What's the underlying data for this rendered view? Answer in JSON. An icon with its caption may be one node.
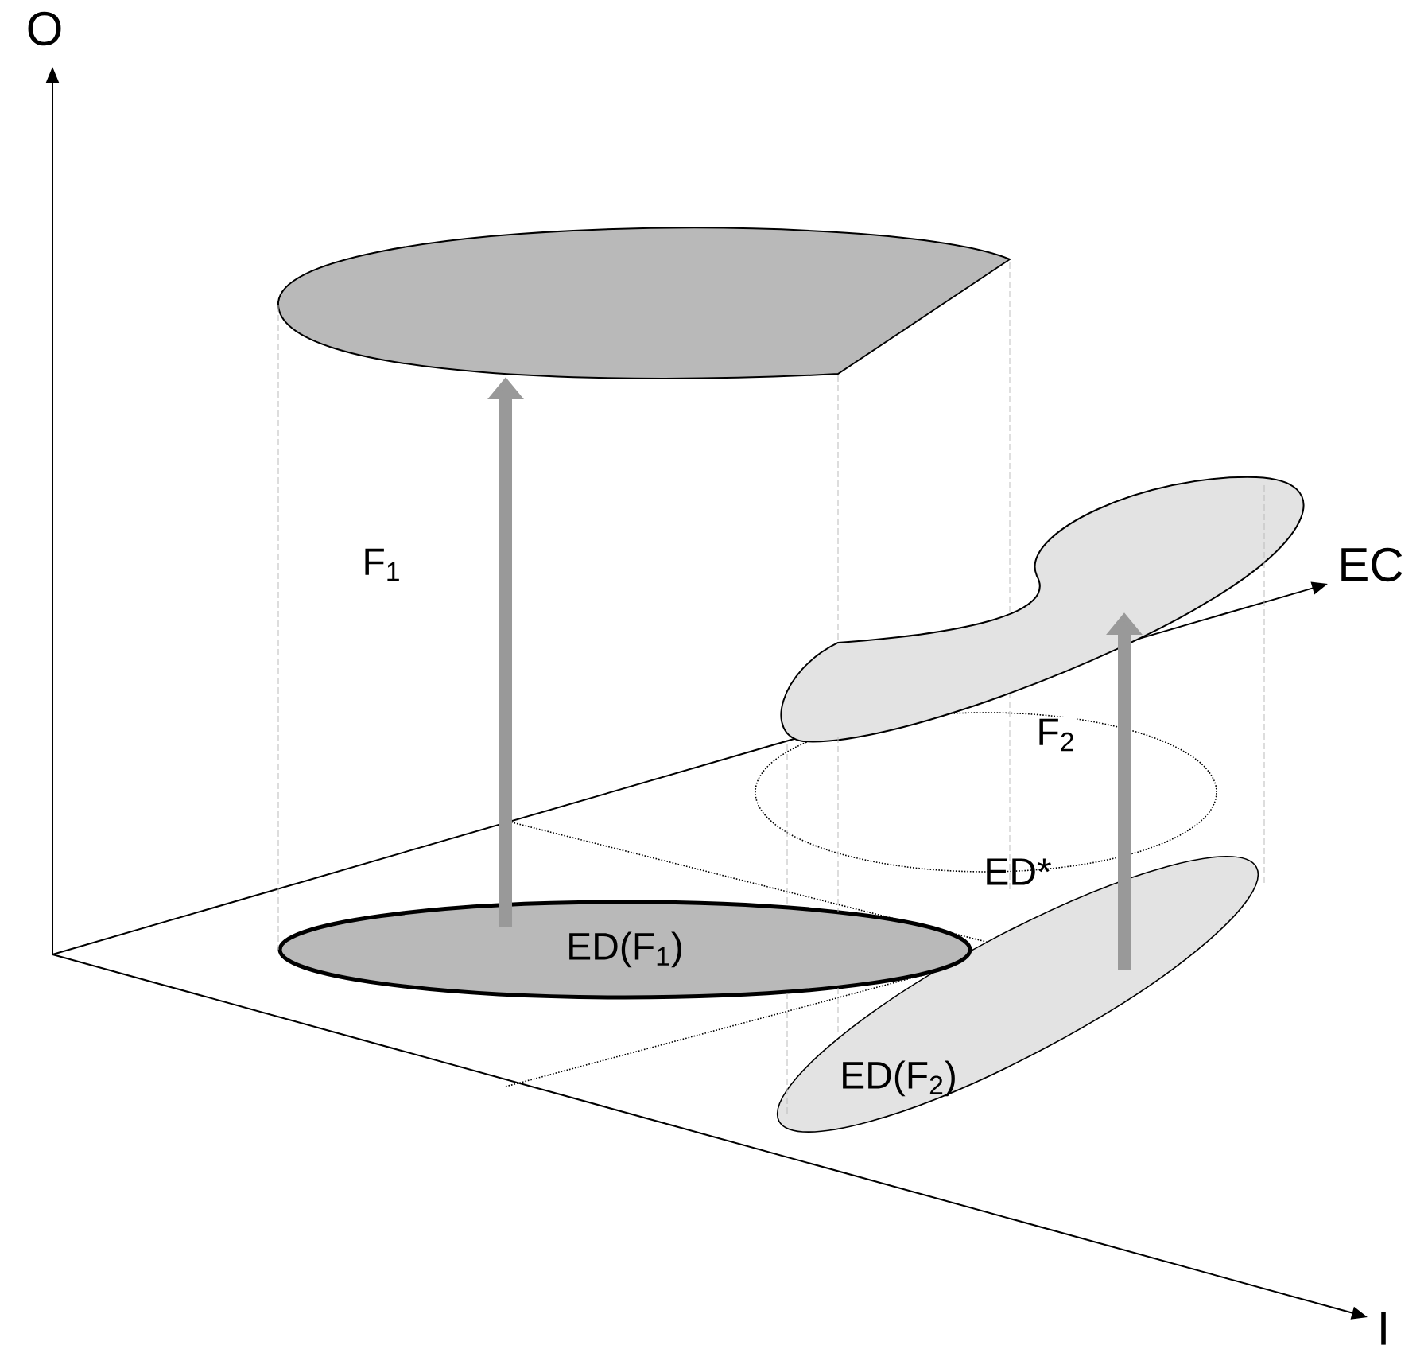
{
  "diagram": {
    "nodes": [
      {
        "text": [
          "ED(F$_{1}$)"
        ]
      },
      {
        "text": [],
        "shape": "ellipse"
      },
      {
        "text": [
          "ED(F$_{2}$)"
        ]
      },
      {
        "text": [],
        "shape": "ellipse"
      }
    ],
    "edges": [
      {
        "from": 0,
        "to": 1,
        "arrow": "to",
        "label": "F$_{1}$",
        "style": "thick",
        "color": "#999999"
      },
      {
        "from": 2,
        "to": 3,
        "arrow": "to",
        "label": "F$_{2}$",
        "style": "thick",
        "color": "#999999"
      },
      {
        "from": 1,
        "to": 0,
        "arrow": "none",
        "style": "dashed",
        "color": "#bbbbbb"
      },
      {
        "from": 1,
        "to": 3,
        "arrow": "none",
        "style": "dashed",
        "color": "#bbbbbb"
      },
      {
        "from": 3,
        "to": 2,
        "arrow": "none",
        "style": "dashed",
        "color": "#bbbbbb"
      },
      {
        "from": 3,
        "to": 0,
        "arrow": "none",
        "style": "dashed",
        "color": "#bbbbbb"
      },
      {
        "from": 0,
        "to": 2,
        "arrow": "none",
        "style": "dashed",
        "color": "#bbbbbb"
      },
      {
        "from": 0,
        "to": 2,
        "arrow": "none",
        "style": "dashed",
        "color": "#bbbbbb"
      },
      {
        "from": 3,
        "to": 0,
        "arrow": "none",
        "style": "dashed",
        "color": "#bbbbbb"
      }
    ],
    "labels": [
      "O",
      "EC",
      "ED*",
      "I"
    ]
  }
}
